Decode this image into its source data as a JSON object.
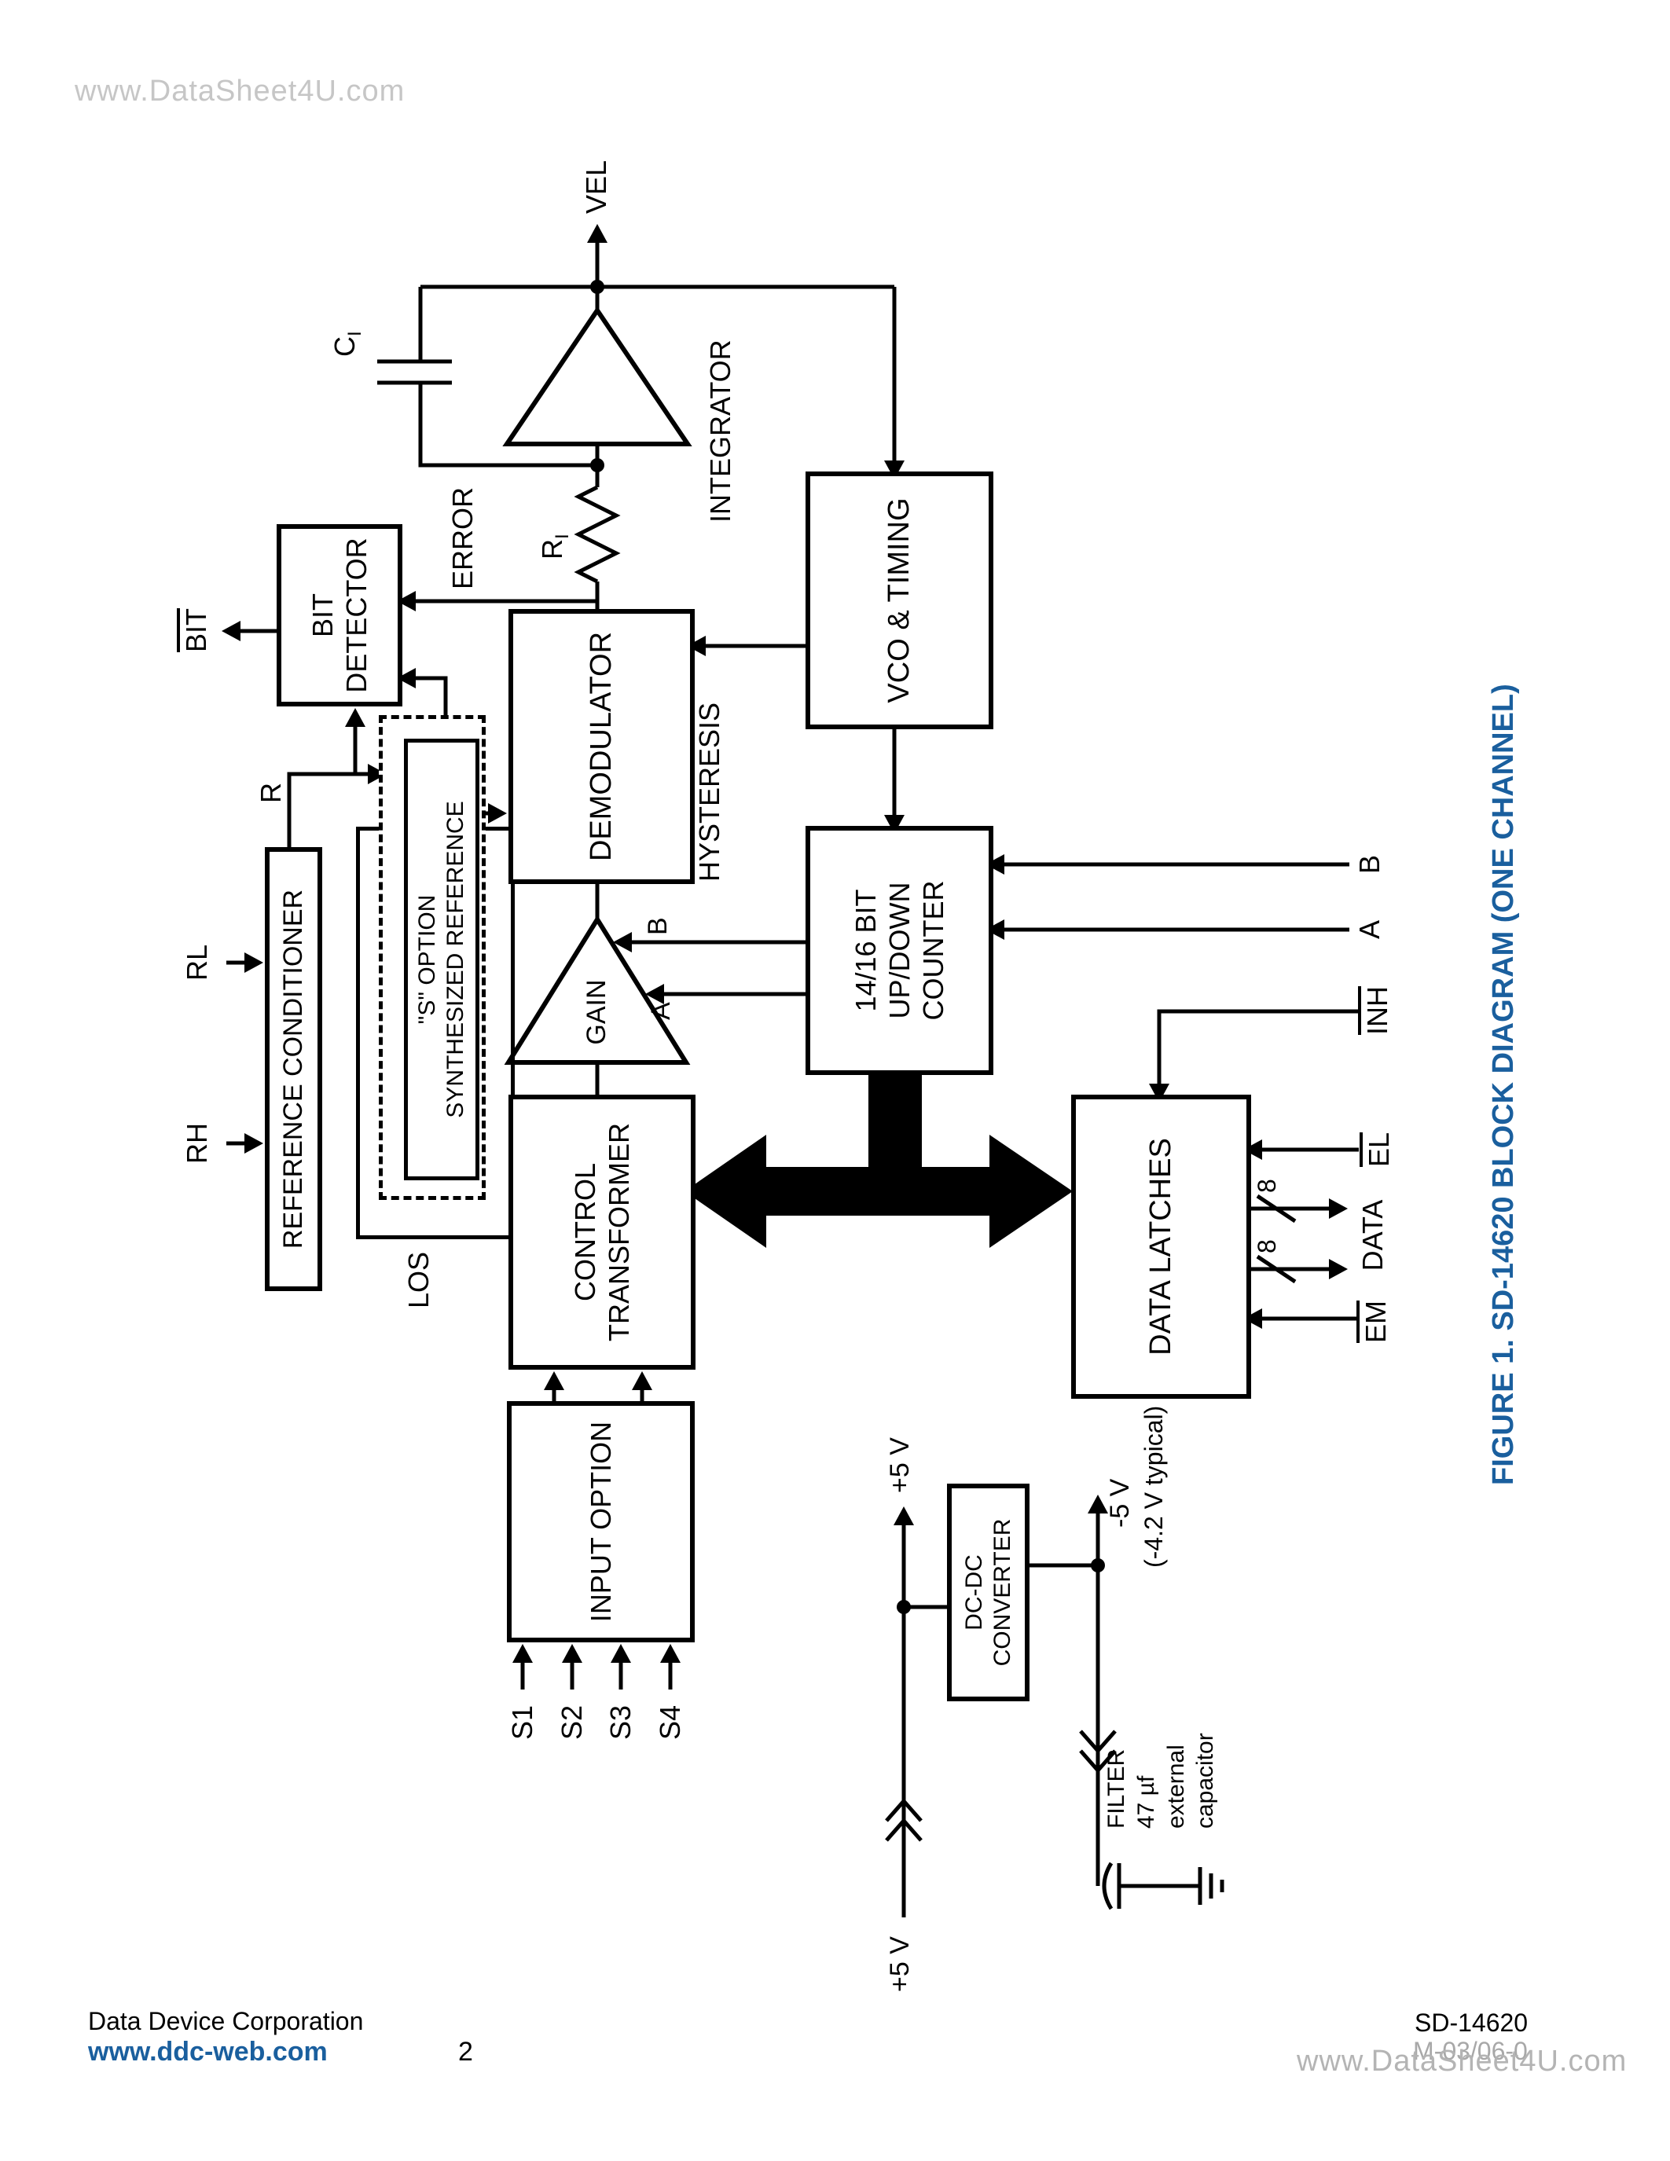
{
  "watermark_top": "www.DataSheet4U.com",
  "figure": {
    "caption": "FIGURE 1. SD-14620 BLOCK DIAGRAM (ONE CHANNEL)"
  },
  "colors": {
    "accent_blue": "#1a5f9e",
    "watermark_gray": "#c6c6c6",
    "revision_gray": "#a8a8a8"
  },
  "diagram": {
    "blocks": {
      "input_option": "INPUT OPTION",
      "control_transformer": [
        "CONTROL",
        "TRANSFORMER"
      ],
      "reference_conditioner": "REFERENCE CONDITIONER",
      "bit_detector": [
        "BIT",
        "DETECTOR"
      ],
      "demodulator": "DEMODULATOR",
      "vco_timing": "VCO & TIMING",
      "counter": [
        "14/16 BIT",
        "UP/DOWN",
        "COUNTER"
      ],
      "data_latches": "DATA LATCHES",
      "dc_dc_converter": [
        "DC-DC",
        "CONVERTER"
      ],
      "s_option": [
        "\"S\" OPTION",
        "SYNTHESIZED REFERENCE"
      ],
      "gain": "GAIN",
      "integrator": "INTEGRATOR",
      "hysteresis": "HYSTERESIS"
    },
    "signals": {
      "vel": "VEL",
      "bit": "BIT",
      "error": "ERROR",
      "r": "R",
      "rl": "RL",
      "rh": "RH",
      "los": "LOS",
      "s1": "S1",
      "s2": "S2",
      "s3": "S3",
      "s4": "S4",
      "a": "A",
      "b": "B",
      "inh": "INH",
      "el": "EL",
      "em": "EM",
      "data": "DATA",
      "bus_width": "8",
      "ci_main": "C",
      "ci_sub": "I",
      "ri_main": "R",
      "ri_sub": "I",
      "plus5": "+5 V",
      "minus5": "-5 V",
      "minus5_note": "(-4.2 V typical)",
      "filter": [
        "FILTER",
        "47 µf",
        "external",
        "capacitor"
      ]
    }
  },
  "footer": {
    "company": "Data Device Corporation",
    "website": "www.ddc-web.com",
    "page": "2",
    "doc_id": "SD-14620",
    "revision": "M-03/06-0",
    "watermark": "www.DataSheet4U.com"
  }
}
